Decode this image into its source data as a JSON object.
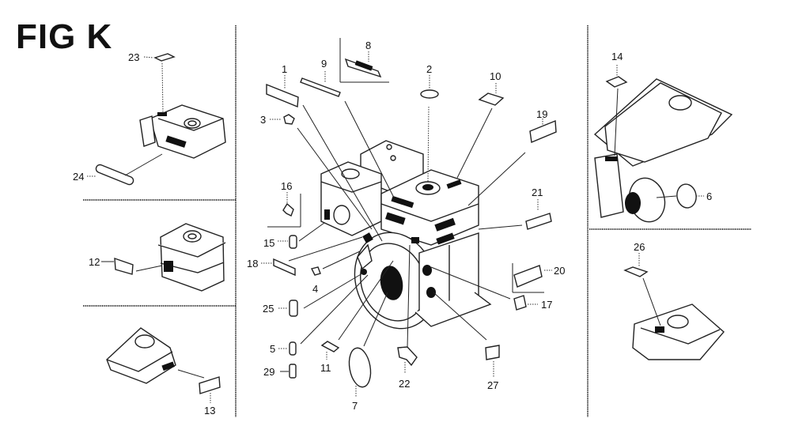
{
  "figure": {
    "title": "FIG K",
    "description": "Engine decal/label exploded parts diagram"
  },
  "callouts": [
    {
      "id": "1",
      "label": "1"
    },
    {
      "id": "2",
      "label": "2"
    },
    {
      "id": "3",
      "label": "3"
    },
    {
      "id": "4",
      "label": "4"
    },
    {
      "id": "5",
      "label": "5"
    },
    {
      "id": "6",
      "label": "6"
    },
    {
      "id": "7",
      "label": "7"
    },
    {
      "id": "8",
      "label": "8"
    },
    {
      "id": "9",
      "label": "9"
    },
    {
      "id": "10",
      "label": "10"
    },
    {
      "id": "11",
      "label": "11"
    },
    {
      "id": "12",
      "label": "12"
    },
    {
      "id": "13",
      "label": "13"
    },
    {
      "id": "14",
      "label": "14"
    },
    {
      "id": "15",
      "label": "15"
    },
    {
      "id": "16",
      "label": "16"
    },
    {
      "id": "17",
      "label": "17"
    },
    {
      "id": "18",
      "label": "18"
    },
    {
      "id": "19",
      "label": "19"
    },
    {
      "id": "20",
      "label": "20"
    },
    {
      "id": "21",
      "label": "21"
    },
    {
      "id": "22",
      "label": "22"
    },
    {
      "id": "23",
      "label": "23"
    },
    {
      "id": "24",
      "label": "24"
    },
    {
      "id": "25",
      "label": "25"
    },
    {
      "id": "26",
      "label": "26"
    },
    {
      "id": "27",
      "label": "27"
    },
    {
      "id": "29",
      "label": "29"
    }
  ],
  "panels": {
    "left": [
      "air-cleaner-variant-a",
      "air-cleaner-variant-b",
      "air-cleaner-variant-c"
    ],
    "center": "engine-assembly",
    "right": [
      "fuel-tank-assembly",
      "air-cleaner-variant-d"
    ]
  }
}
